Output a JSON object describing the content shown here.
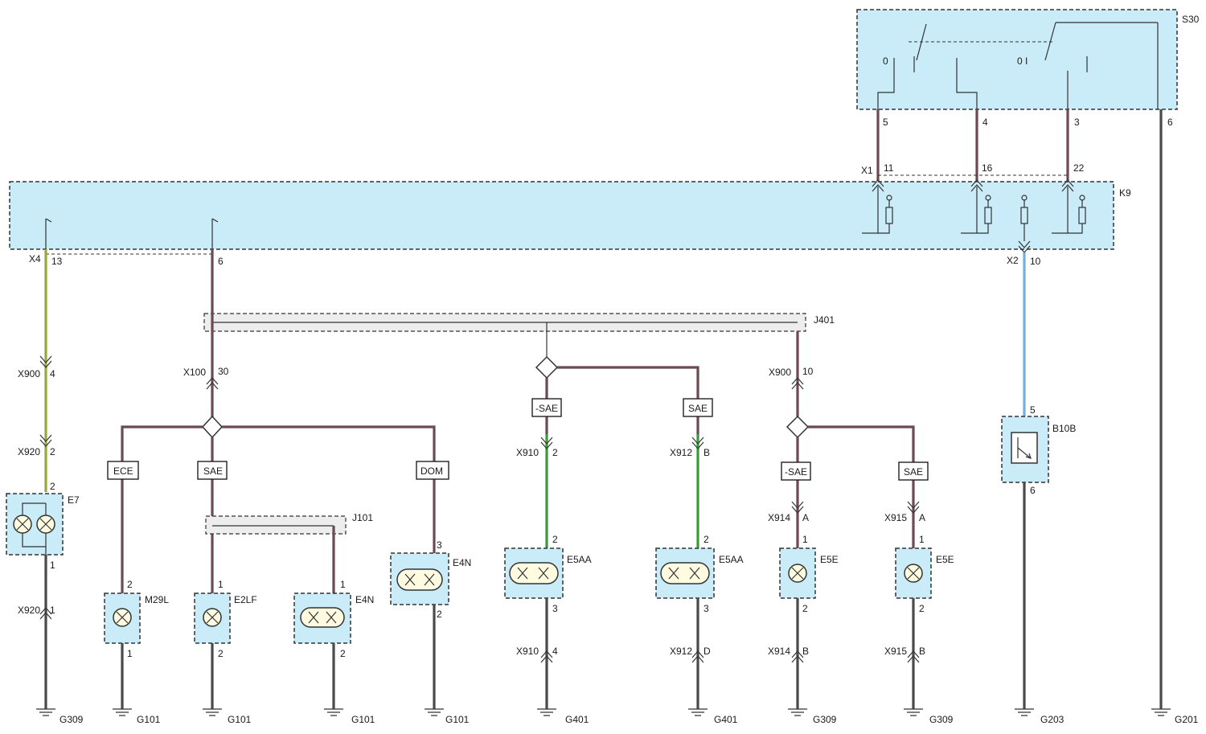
{
  "modules": {
    "switch": "S30",
    "control_unit": "K9",
    "sensor": "B10B"
  },
  "switch_positions": {
    "left": "0",
    "right": "0 I"
  },
  "switch_pins": [
    "5",
    "4",
    "3",
    "6"
  ],
  "connectors": {
    "x1": {
      "name": "X1",
      "pins": [
        "11",
        "16",
        "22"
      ]
    },
    "x4": {
      "name": "X4",
      "pin": "13"
    },
    "k9_out": "6",
    "x2": {
      "name": "X2",
      "pin": "10"
    },
    "x900_a": {
      "name": "X900",
      "pin": "4"
    },
    "x920_a": {
      "name": "X920",
      "pin": "2"
    },
    "x920_b": {
      "name": "X920",
      "pin": "1"
    },
    "x100": {
      "name": "X100",
      "pin": "30"
    },
    "x900_b": {
      "name": "X900",
      "pin": "10"
    },
    "x910_a": {
      "name": "X910",
      "pin": "2"
    },
    "x910_b": {
      "name": "X910",
      "pin": "4"
    },
    "x912_a": {
      "name": "X912",
      "pin": "B"
    },
    "x912_b": {
      "name": "X912",
      "pin": "D"
    },
    "x914_a": {
      "name": "X914",
      "pin": "A"
    },
    "x914_b": {
      "name": "X914",
      "pin": "B"
    },
    "x915_a": {
      "name": "X915",
      "pin": "A"
    },
    "x915_b": {
      "name": "X915",
      "pin": "B"
    }
  },
  "splices": [
    "J401",
    "J101"
  ],
  "variant_tags": [
    "ECE",
    "SAE",
    "DOM",
    "-SAE",
    "SAE",
    "-SAE",
    "SAE"
  ],
  "components": [
    {
      "name": "E7",
      "pin_top": "2",
      "pin_bottom": "1"
    },
    {
      "name": "M29L",
      "pin_top": "2",
      "pin_bottom": "1"
    },
    {
      "name": "E2LF",
      "pin_top": "1",
      "pin_bottom": "2"
    },
    {
      "name": "E4N",
      "pin_top": "1",
      "pin_bottom": "2"
    },
    {
      "name": "E4N",
      "pin_top": "3",
      "pin_bottom": "2"
    },
    {
      "name": "E5AA",
      "pin_top": "2",
      "pin_bottom": "3"
    },
    {
      "name": "E5AA",
      "pin_top": "2",
      "pin_bottom": "3"
    },
    {
      "name": "E5E",
      "pin_top": "1",
      "pin_bottom": "2"
    },
    {
      "name": "E5E",
      "pin_top": "1",
      "pin_bottom": "2"
    }
  ],
  "sensor_pins": {
    "top": "5",
    "bottom": "6"
  },
  "grounds": [
    "G309",
    "G101",
    "G101",
    "G101",
    "G101",
    "G401",
    "G401",
    "G309",
    "G309",
    "G203",
    "G201"
  ]
}
